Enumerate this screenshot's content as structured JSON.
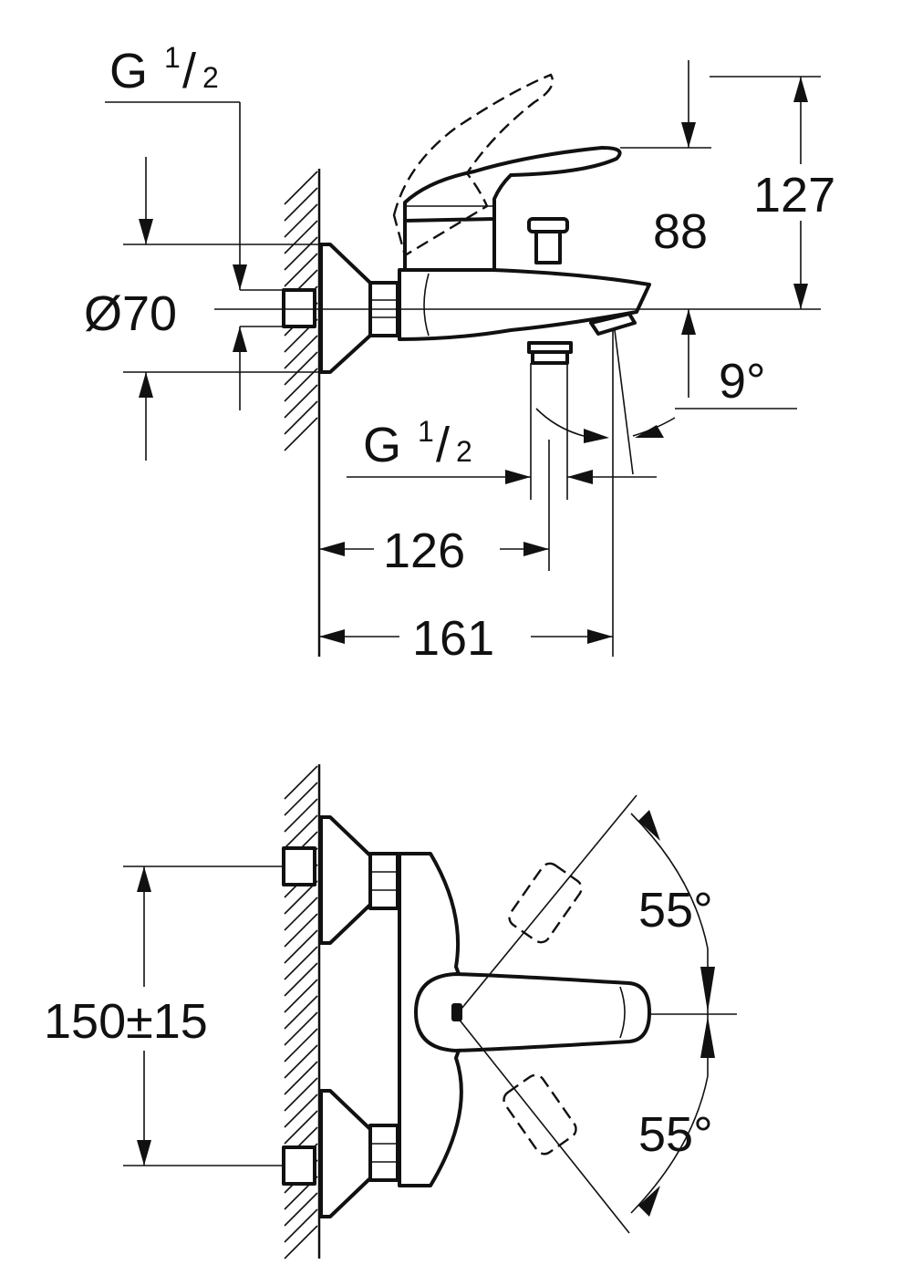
{
  "side_view": {
    "inlet_thread": {
      "main": "G",
      "num": "1",
      "den": "2"
    },
    "outlet_thread": {
      "main": "G",
      "num": "1",
      "den": "2"
    },
    "rosette_diameter": "Ø70",
    "spout_height": "127",
    "lever_height": "88",
    "spout_angle": "9°",
    "outlet_offset": "126",
    "total_projection": "161"
  },
  "top_view": {
    "centre_distance": "150±15",
    "lever_angle_up": "55°",
    "lever_angle_down": "55°"
  }
}
